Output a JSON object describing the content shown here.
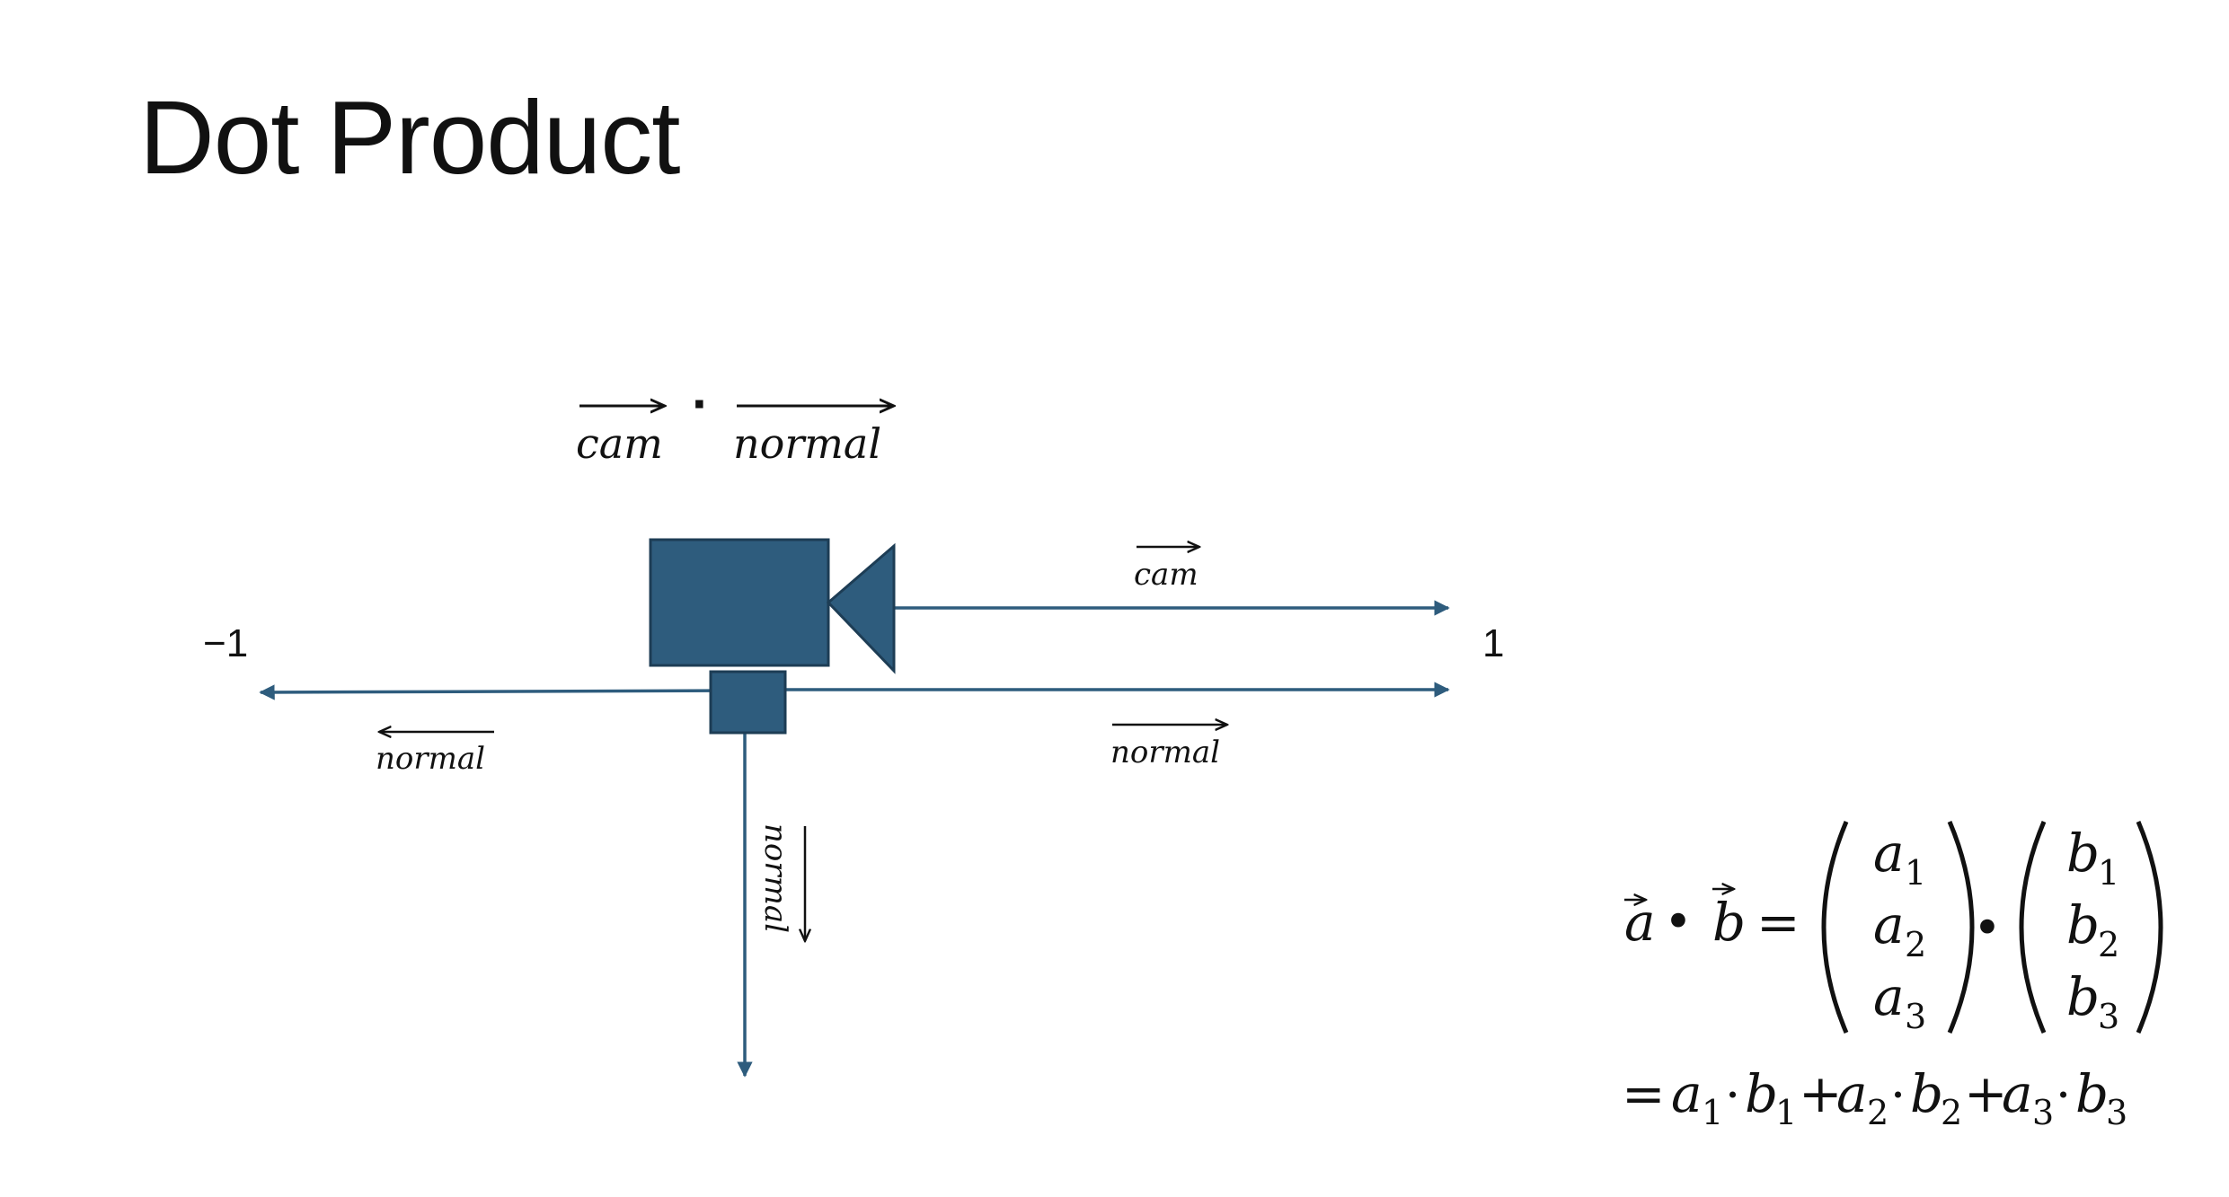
{
  "slide": {
    "title": "Dot Product"
  },
  "diagram": {
    "colors": {
      "accent": "#2e5c7d",
      "text": "#111111"
    },
    "header_expression": {
      "left_vector": "cam",
      "operator": "·",
      "right_vector": "normal"
    },
    "scale": {
      "min_label": "−1",
      "max_label": "1"
    },
    "vector_labels": {
      "cam": "cam",
      "normal_right": "normal",
      "normal_left": "normal",
      "normal_down": "normal"
    },
    "icons": {
      "camera": "video-camera-icon"
    }
  },
  "formula": {
    "lhs_a": "a",
    "bullet": "•",
    "lhs_b": "b",
    "equals": "=",
    "a_components": [
      "a",
      "a",
      "a"
    ],
    "b_components": [
      "b",
      "b",
      "b"
    ],
    "subscripts": [
      "1",
      "2",
      "3"
    ],
    "expansion_equals": "=",
    "expansion_terms": [
      "a",
      "1",
      "·",
      "b",
      "1",
      "+",
      "a",
      "2",
      "·",
      "b",
      "2",
      "+",
      "a",
      "3",
      "·",
      "b",
      "3"
    ]
  }
}
